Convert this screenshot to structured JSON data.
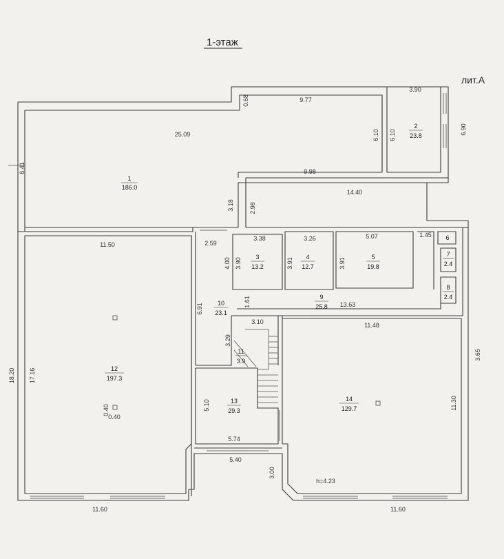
{
  "header": {
    "floor_title": "1-этаж",
    "building_letter": "лит.А"
  },
  "rooms": {
    "r1": {
      "num": "1",
      "area": "186.0"
    },
    "r2": {
      "num": "2",
      "area": "23.8"
    },
    "r3": {
      "num": "3",
      "area": "13.2"
    },
    "r4": {
      "num": "4",
      "area": "12.7"
    },
    "r5": {
      "num": "5",
      "area": "19.8"
    },
    "r6": {
      "num": "6",
      "area": ""
    },
    "r7": {
      "num": "7",
      "area": "2.4"
    },
    "r8": {
      "num": "8",
      "area": "2.4"
    },
    "r9": {
      "num": "9",
      "area": "25.8"
    },
    "r10": {
      "num": "10",
      "area": "23.1"
    },
    "r11": {
      "num": "11",
      "area": "3.9"
    },
    "r12": {
      "num": "12",
      "area": "197.3"
    },
    "r13": {
      "num": "13",
      "area": "29.3"
    },
    "r14": {
      "num": "14",
      "area": "129.7"
    }
  },
  "dims": {
    "d_9_77": "9.77",
    "d_0_68": "0.68",
    "d_3_90": "3.90",
    "d_6_90": "6.90",
    "d_25_09": "25.09",
    "d_6_10_a": "6.10",
    "d_6_10_b": "6.10",
    "d_9_98": "9.98",
    "d_6_41": "6.41",
    "d_14_40": "14.40",
    "d_3_18": "3.18",
    "d_2_98": "2.98",
    "d_11_50": "11.50",
    "d_2_59": "2.59",
    "d_3_38": "3.38",
    "d_3_26": "3.26",
    "d_5_07": "5.07",
    "d_1_45": "1.45",
    "d_4_00": "4.00",
    "d_3_90b": "3.90",
    "d_3_91a": "3.91",
    "d_3_91b": "3.91",
    "d_6_91": "6.91",
    "d_1_61": "1.61",
    "d_13_63": "13.63",
    "d_3_10": "3.10",
    "d_11_48": "11.48",
    "d_3_29": "3.29",
    "d_18_20": "18.20",
    "d_17_16": "17.16",
    "d_3_65": "3.65",
    "d_0_40a": "0.40",
    "d_0_40b": "0.40",
    "d_5_10": "5.10",
    "d_11_30": "11.30",
    "d_5_74": "5.74",
    "d_5_40": "5.40",
    "d_3_00": "3.00",
    "d_h": "h=4.23",
    "d_11_60a": "11.60",
    "d_11_60b": "11.60"
  }
}
